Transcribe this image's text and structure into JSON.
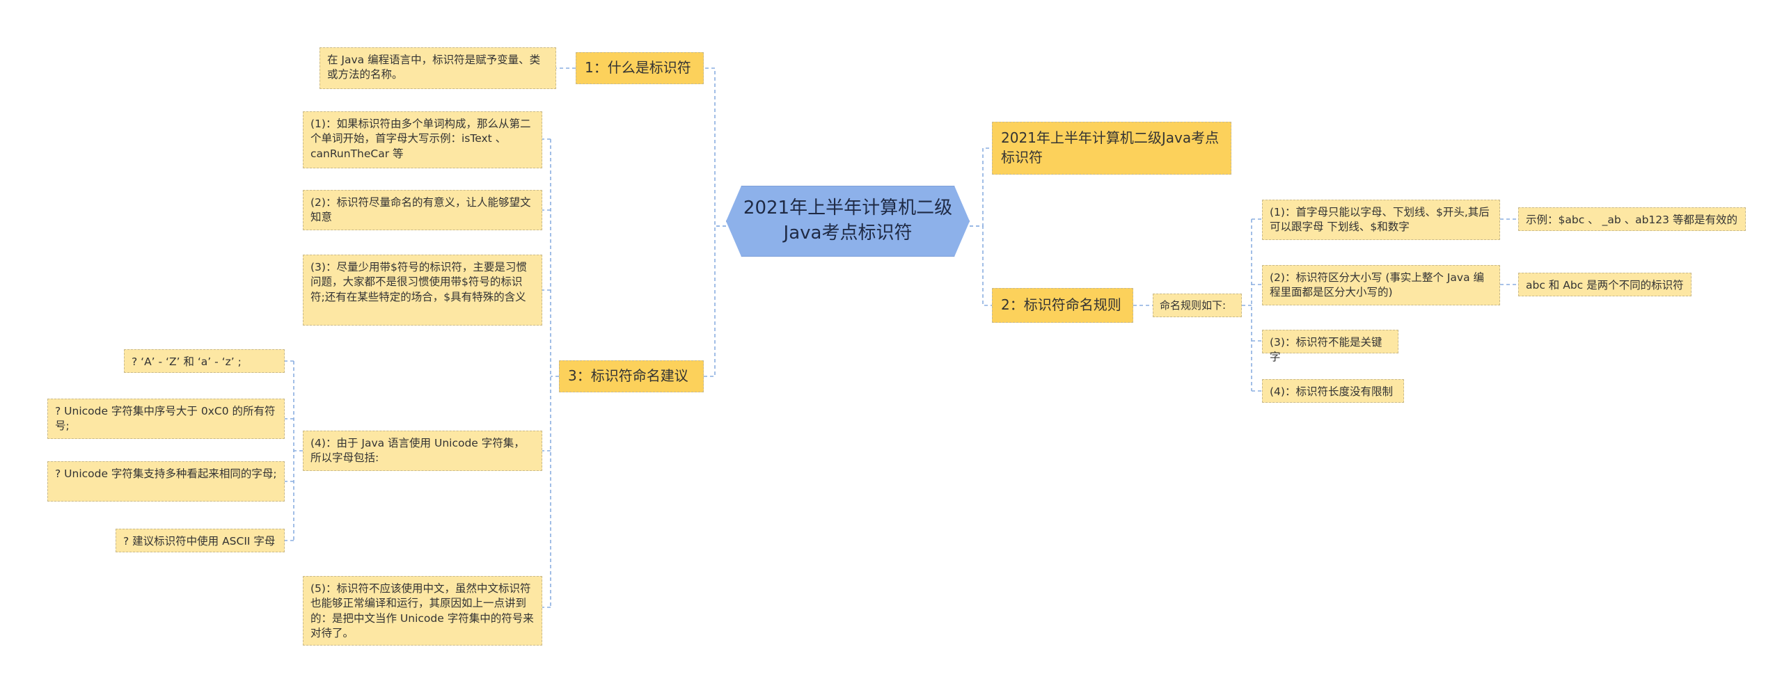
{
  "central": "2021年上半年计算机二级Java考点标识符",
  "right": {
    "title_node": "2021年上半年计算机二级Java考点标识符",
    "rules_branch": "2：标识符命名规则",
    "rules_intro": "命名规则如下:",
    "rules": [
      "(1)：首字母只能以字母、下划线、$开头,其后可以跟字母  下划线、$和数字",
      "(2)：标识符区分大小写 (事实上整个 Java 编程里面都是区分大小写的)",
      "(3)：标识符不能是关键字",
      "(4)：标识符长度没有限制"
    ],
    "rule_examples": [
      "示例：$abc 、 _ab 、ab123 等都是有效的",
      "abc 和 Abc 是两个不同的标识符"
    ]
  },
  "left": {
    "what_branch": "1：什么是标识符",
    "what_desc": "在 Java 编程语言中，标识符是赋予变量、类或方法的名称。",
    "advice_branch": "3：标识符命名建议",
    "advice": [
      "(1)：如果标识符由多个单词构成，那么从第二个单词开始，首字母大写示例：isText 、canRunTheCar 等",
      "(2)：标识符尽量命名的有意义，让人能够望文知意",
      "(3)：尽量少用带$符号的标识符，主要是习惯问题，大家都不是很习惯使用带$符号的标识符;还有在某些特定的场合，$具有特殊的含义",
      "(4)：由于 Java 语言使用 Unicode 字符集，所以字母包括:",
      "(5)：标识符不应该使用中文，虽然中文标识符也能够正常编译和运行，其原因如上一点讲到的：是把中文当作 Unicode 字符集中的符号来对待了。"
    ],
    "letters": [
      "? ‘A’ - ‘Z’ 和 ‘a’ - ‘z’ ;",
      "? Unicode 字符集中序号大于 0xC0 的所有符号;",
      "? Unicode 字符集支持多种看起来相同的字母;",
      "? 建议标识符中使用 ASCII 字母"
    ]
  },
  "colors": {
    "central_fill": "#8db1ea",
    "branch_fill": "#fcd15b",
    "leaf_fill": "#fde7a3",
    "connector": "#8aaee0"
  }
}
